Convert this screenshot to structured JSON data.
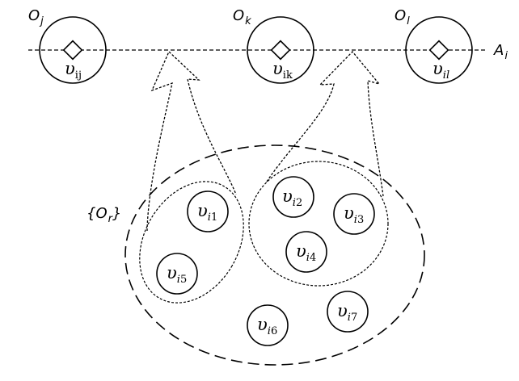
{
  "colors": {
    "stroke": "#000000",
    "background": "#ffffff"
  },
  "axis": {
    "label": "A",
    "subscript": "i"
  },
  "objects_on_axis": [
    {
      "label": "O",
      "subscript": "j",
      "value_symbol": "υ",
      "value_subscript": "ij"
    },
    {
      "label": "O",
      "subscript": "k",
      "value_symbol": "υ",
      "value_subscript": "ik"
    },
    {
      "label": "O",
      "subscript": "l",
      "value_symbol": "υ",
      "value_subscript": "il"
    }
  ],
  "reference_set": {
    "open": "{",
    "label": "O",
    "subscript": "r",
    "close": "}"
  },
  "nodes": [
    {
      "id": "n1",
      "symbol": "υ",
      "sub_i": "i",
      "sub_n": "1"
    },
    {
      "id": "n2",
      "symbol": "υ",
      "sub_i": "i",
      "sub_n": "2"
    },
    {
      "id": "n3",
      "symbol": "υ",
      "sub_i": "i",
      "sub_n": "3"
    },
    {
      "id": "n4",
      "symbol": "υ",
      "sub_i": "i",
      "sub_n": "4"
    },
    {
      "id": "n5",
      "symbol": "υ",
      "sub_i": "i",
      "sub_n": "5"
    },
    {
      "id": "n6",
      "symbol": "υ",
      "sub_i": "i",
      "sub_n": "6"
    },
    {
      "id": "n7",
      "symbol": "υ",
      "sub_i": "i",
      "sub_n": "7"
    }
  ]
}
